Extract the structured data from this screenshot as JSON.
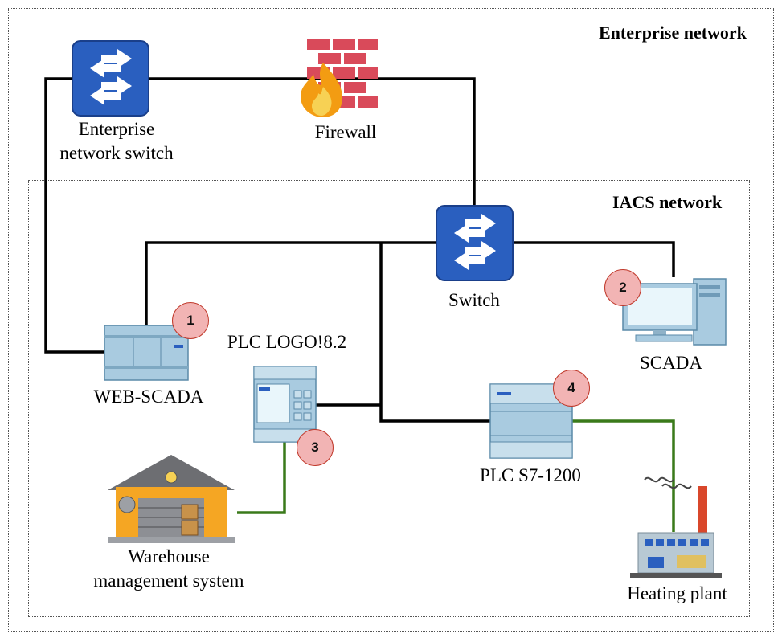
{
  "zones": {
    "enterprise_title": "Enterprise network",
    "iacs_title": "IACS network"
  },
  "nodes": {
    "enterprise_switch": {
      "line1": "Enterprise",
      "line2": "network switch"
    },
    "firewall": "Firewall",
    "switch": "Switch",
    "scada": "SCADA",
    "web_scada": "WEB-SCADA",
    "plc_logo": "PLC LOGO!8.2",
    "plc_s7": "PLC S7-1200",
    "warehouse": {
      "line1": "Warehouse",
      "line2": "management system"
    },
    "heating_plant": "Heating plant"
  },
  "badges": {
    "web_scada": "1",
    "scada": "2",
    "plc_logo": "3",
    "plc_s7": "4"
  },
  "colors": {
    "ethernet_link": "#000000",
    "fieldbus_link": "#3a7a1a",
    "switch_blue": "#2a5fbf",
    "badge_fill": "#f2b4b4",
    "badge_border": "#c0392b"
  }
}
